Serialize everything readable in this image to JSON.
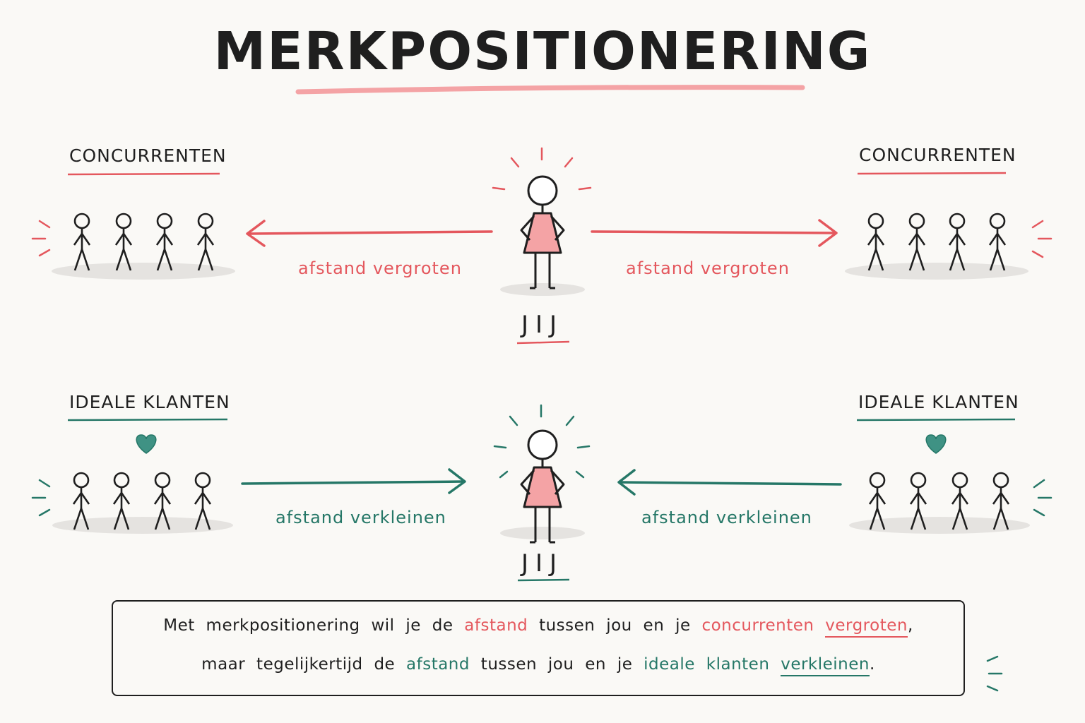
{
  "title": "MERKPOSITIONERING",
  "top_row": {
    "left_group_label": "CONCURRENTEN",
    "right_group_label": "CONCURRENTEN",
    "left_arrow_label": "afstand vergroten",
    "right_arrow_label": "afstand vergroten",
    "center_label": "JIJ"
  },
  "bottom_row": {
    "left_group_label": "IDEALE KLANTEN",
    "right_group_label": "IDEALE KLANTEN",
    "left_arrow_label": "afstand verkleinen",
    "right_arrow_label": "afstand verkleinen",
    "center_label": "JIJ"
  },
  "caption": {
    "line1": [
      "Met",
      "merkpositionering",
      "wil",
      "je",
      "de",
      "afstand",
      "tussen",
      "jou",
      "en",
      "je",
      "concurrenten",
      "vergroten",
      ","
    ],
    "line2": [
      "maar",
      "tegelijkertijd",
      "de",
      "afstand",
      "tussen",
      "jou",
      "en",
      "je",
      "ideale",
      "klanten",
      "verkleinen",
      "."
    ]
  },
  "colors": {
    "red": "#e4575d",
    "teal": "#257767",
    "figure_fill": "#f4a3a5",
    "ink": "#1f1f1f"
  },
  "icons": [
    "heart-icon",
    "stick-figure-icon",
    "arrow-left-icon",
    "arrow-right-icon"
  ]
}
